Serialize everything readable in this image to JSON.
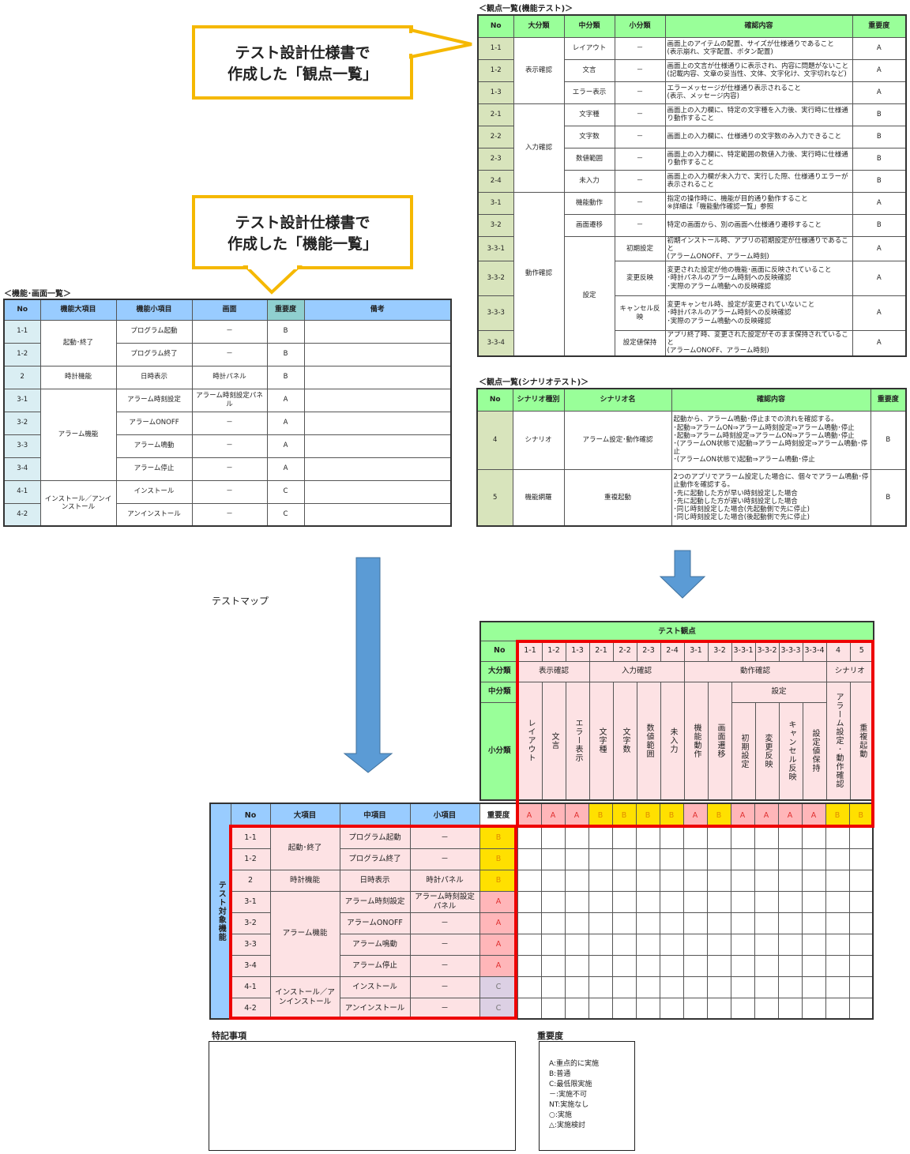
{
  "callouts": {
    "viewpoint": {
      "line1": "テスト設計仕様書で",
      "line2": "作成した「観点一覧」"
    },
    "function": {
      "line1": "テスト設計仕様書で",
      "line2": "作成した「機能一覧」"
    }
  },
  "function_list": {
    "caption": "＜機能･画面一覧＞",
    "headers": [
      "No",
      "機能大項目",
      "機能小項目",
      "画面",
      "重要度",
      "備考"
    ],
    "groups": [
      {
        "major": "起動･終了",
        "rows": [
          {
            "no": "1-1",
            "minor": "プログラム起動",
            "screen": "－",
            "importance": "B",
            "note": ""
          },
          {
            "no": "1-2",
            "minor": "プログラム終了",
            "screen": "－",
            "importance": "B",
            "note": ""
          }
        ]
      },
      {
        "major": "時計機能",
        "rows": [
          {
            "no": "2",
            "minor": "日時表示",
            "screen": "時計パネル",
            "importance": "B",
            "note": ""
          }
        ]
      },
      {
        "major": "アラーム機能",
        "rows": [
          {
            "no": "3-1",
            "minor": "アラーム時刻設定",
            "screen": "アラーム時刻設定パネル",
            "importance": "A",
            "note": ""
          },
          {
            "no": "3-2",
            "minor": "アラームONOFF",
            "screen": "－",
            "importance": "A",
            "note": ""
          },
          {
            "no": "3-3",
            "minor": "アラーム鳴動",
            "screen": "－",
            "importance": "A",
            "note": ""
          },
          {
            "no": "3-4",
            "minor": "アラーム停止",
            "screen": "－",
            "importance": "A",
            "note": ""
          }
        ]
      },
      {
        "major": "インストール／アンインストール",
        "rows": [
          {
            "no": "4-1",
            "minor": "インストール",
            "screen": "－",
            "importance": "C",
            "note": ""
          },
          {
            "no": "4-2",
            "minor": "アンインストール",
            "screen": "－",
            "importance": "C",
            "note": ""
          }
        ]
      }
    ]
  },
  "viewpoint_function_test": {
    "caption": "＜観点一覧(機能テスト)＞",
    "headers": [
      "No",
      "大分類",
      "中分類",
      "小分類",
      "確認内容",
      "重要度"
    ],
    "rows": [
      {
        "no": "1-1",
        "major": "表示確認",
        "middle": "レイアウト",
        "minor": "－",
        "content": "画面上のアイテムの配置、サイズが仕様通りであること\n(表示崩れ、文字配置、ボタン配置)",
        "importance": "A"
      },
      {
        "no": "1-2",
        "major": "",
        "middle": "文言",
        "minor": "－",
        "content": "画面上の文言が仕様通りに表示され、内容に問題がないこと\n(記載内容、文章の妥当性、文体、文字化け、文字切れなど)",
        "importance": "A"
      },
      {
        "no": "1-3",
        "major": "",
        "middle": "エラー表示",
        "minor": "－",
        "content": "エラーメッセージが仕様通り表示されること\n(表示、メッセージ内容)",
        "importance": "A"
      },
      {
        "no": "2-1",
        "major": "入力確認",
        "middle": "文字種",
        "minor": "－",
        "content": "画面上の入力欄に、特定の文字種を入力後、実行時に仕様通り動作すること",
        "importance": "B"
      },
      {
        "no": "2-2",
        "major": "",
        "middle": "文字数",
        "minor": "－",
        "content": "画面上の入力欄に、仕様通りの文字数のみ入力できること",
        "importance": "B"
      },
      {
        "no": "2-3",
        "major": "",
        "middle": "数値範囲",
        "minor": "－",
        "content": "画面上の入力欄に、特定範囲の数値入力後、実行時に仕様通り動作すること",
        "importance": "B"
      },
      {
        "no": "2-4",
        "major": "",
        "middle": "未入力",
        "minor": "－",
        "content": "画面上の入力欄が未入力で、実行した際、仕様通りエラーが表示されること",
        "importance": "B"
      },
      {
        "no": "3-1",
        "major": "動作確認",
        "middle": "機能動作",
        "minor": "－",
        "content": "指定の操作時に、機能が目的通り動作すること\n※詳細は「機能動作確認一覧」参照",
        "importance": "A"
      },
      {
        "no": "3-2",
        "major": "",
        "middle": "画面遷移",
        "minor": "－",
        "content": "特定の画面から、別の画面へ仕様通り遷移すること",
        "importance": "B"
      },
      {
        "no": "3-3-1",
        "major": "",
        "middle": "設定",
        "minor": "初期設定",
        "content": "初期インストール時、アプリの初期設定が仕様通りであること\n(アラームONOFF、アラーム時刻)",
        "importance": "A"
      },
      {
        "no": "3-3-2",
        "major": "",
        "middle": "",
        "minor": "変更反映",
        "content": "変更された設定が他の機能･画面に反映されていること\n･時計パネルのアラーム時刻への反映確認\n･実際のアラーム鳴動への反映確認",
        "importance": "A"
      },
      {
        "no": "3-3-3",
        "major": "",
        "middle": "",
        "minor": "キャンセル反映",
        "content": "変更キャンセル時、設定が変更されていないこと\n･時計パネルのアラーム時刻への反映確認\n･実際のアラーム鳴動への反映確認",
        "importance": "A"
      },
      {
        "no": "3-3-4",
        "major": "",
        "middle": "",
        "minor": "設定値保持",
        "content": "アプリ終了時、変更された設定がそのまま保持されていること\n(アラームONOFF、アラーム時刻)",
        "importance": "A"
      }
    ]
  },
  "viewpoint_scenario_test": {
    "caption": "＜観点一覧(シナリオテスト)＞",
    "headers": [
      "No",
      "シナリオ種別",
      "シナリオ名",
      "確認内容",
      "重要度"
    ],
    "rows": [
      {
        "no": "4",
        "type": "シナリオ",
        "name": "アラーム設定･動作確認",
        "content": "起動から、アラーム鳴動･停止までの流れを確認する。\n･起動⇒アラームON⇒アラーム時刻設定⇒アラーム鳴動･停止\n･起動⇒アラーム時刻設定⇒アラームON⇒アラーム鳴動･停止\n･(アラームON状態で)起動⇒アラーム時刻設定⇒アラーム鳴動･停止\n･(アラームON状態で)起動⇒アラーム鳴動･停止",
        "importance": "B"
      },
      {
        "no": "5",
        "type": "機能網羅",
        "name": "重複起動",
        "content": "2つのアプリでアラーム設定した場合に、個々でアラーム鳴動･停止動作を確認する。\n･先に起動した方が早い時刻設定した場合\n･先に起動した方が遅い時刻設定した場合\n･同じ時刻設定した場合(先起動側で先に停止)\n･同じ時刻設定した場合(後起動側で先に停止)",
        "importance": "B"
      }
    ]
  },
  "test_map": {
    "title": "テストマップ",
    "viewpoint_header": "テスト観点",
    "row_labels": {
      "no": "No",
      "major": "大分類",
      "middle": "中分類",
      "minor": "小分類",
      "importance": "重要度"
    },
    "columns": [
      {
        "no": "1-1",
        "minor": "レイアウト",
        "importance": "A"
      },
      {
        "no": "1-2",
        "minor": "文言",
        "importance": "A"
      },
      {
        "no": "1-3",
        "minor": "エラー表示",
        "importance": "A"
      },
      {
        "no": "2-1",
        "minor": "文字種",
        "importance": "B"
      },
      {
        "no": "2-2",
        "minor": "文字数",
        "importance": "B"
      },
      {
        "no": "2-3",
        "minor": "数値範囲",
        "importance": "B"
      },
      {
        "no": "2-4",
        "minor": "未入力",
        "importance": "B"
      },
      {
        "no": "3-1",
        "minor": "機能動作",
        "importance": "A"
      },
      {
        "no": "3-2",
        "minor": "画面遷移",
        "importance": "B"
      },
      {
        "no": "3-3-1",
        "minor": "初期設定",
        "importance": "A"
      },
      {
        "no": "3-3-2",
        "minor": "変更反映",
        "importance": "A"
      },
      {
        "no": "3-3-3",
        "minor": "キャンセル反映",
        "importance": "A"
      },
      {
        "no": "3-3-4",
        "minor": "設定値保持",
        "importance": "A"
      },
      {
        "no": "4",
        "minor": "アラーム設定･動作確認",
        "importance": "B"
      },
      {
        "no": "5",
        "minor": "重複起動",
        "importance": "B"
      }
    ],
    "major_groups": [
      "表示確認",
      "入力確認",
      "動作確認",
      "シナリオ"
    ],
    "middle_setting": "設定",
    "side_label": "テスト対象機能",
    "func_headers": [
      "No",
      "大項目",
      "中項目",
      "小項目",
      "重要度"
    ],
    "functions": [
      {
        "no": "1-1",
        "major": "起動･終了",
        "middle": "プログラム起動",
        "minor": "－",
        "importance": "B"
      },
      {
        "no": "1-2",
        "major": "",
        "middle": "プログラム終了",
        "minor": "－",
        "importance": "B"
      },
      {
        "no": "2",
        "major": "時計機能",
        "middle": "日時表示",
        "minor": "時計パネル",
        "importance": "B"
      },
      {
        "no": "3-1",
        "major": "アラーム機能",
        "middle": "アラーム時刻設定",
        "minor": "アラーム時刻設定パネル",
        "importance": "A"
      },
      {
        "no": "3-2",
        "major": "",
        "middle": "アラームONOFF",
        "minor": "－",
        "importance": "A"
      },
      {
        "no": "3-3",
        "major": "",
        "middle": "アラーム鳴動",
        "minor": "－",
        "importance": "A"
      },
      {
        "no": "3-4",
        "major": "",
        "middle": "アラーム停止",
        "minor": "－",
        "importance": "A"
      },
      {
        "no": "4-1",
        "major": "インストール／アンインストール",
        "middle": "インストール",
        "minor": "－",
        "importance": "C"
      },
      {
        "no": "4-2",
        "major": "",
        "middle": "アンインストール",
        "minor": "－",
        "importance": "C"
      }
    ]
  },
  "notes": {
    "title": "特記事項",
    "body": ""
  },
  "legend": {
    "title": "重要度",
    "items": [
      "A:重点的に実施",
      "B:普通",
      "C:最低限実施",
      "－:実施不可",
      "NT:実施なし",
      "○:実施",
      "△:実施検討"
    ]
  },
  "colors": {
    "callout_border": "#f5b800",
    "arrow": "#5b9bd5",
    "highlight": "#ee0000",
    "green_header": "#99ff99",
    "blue_header": "#99ccff"
  }
}
